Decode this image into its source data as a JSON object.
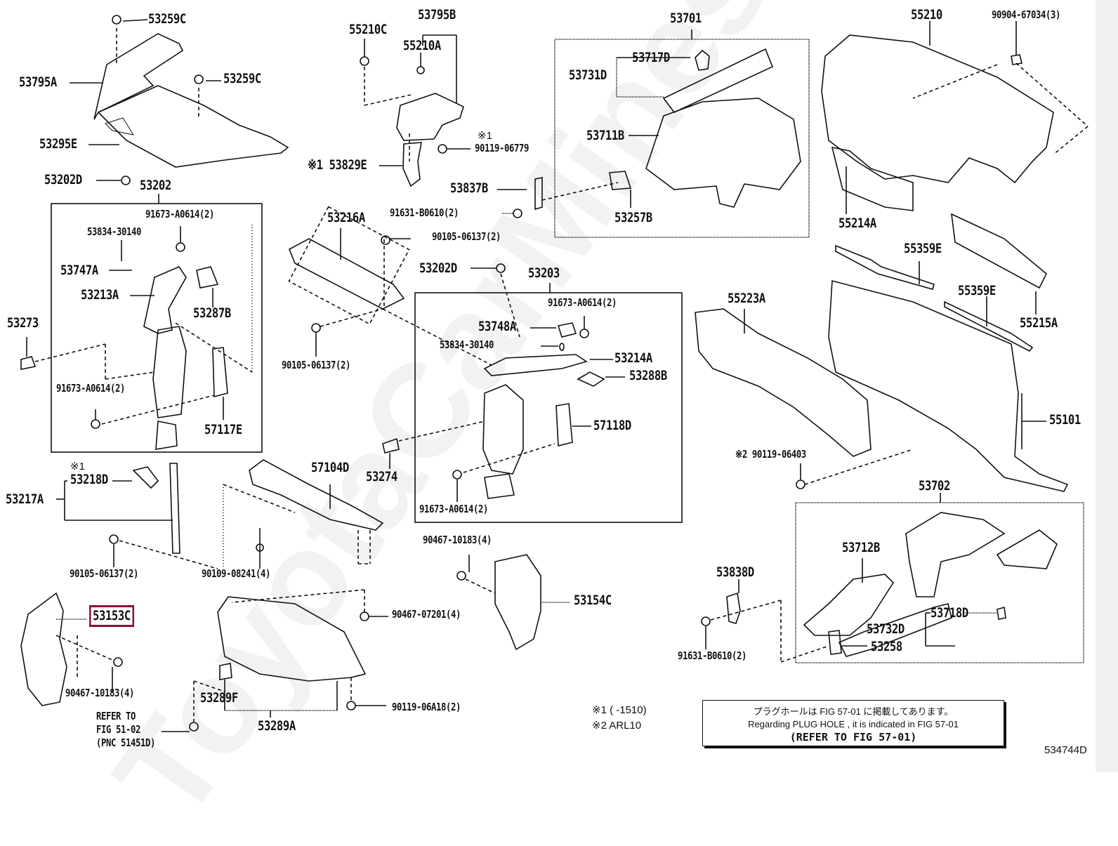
{
  "diagram": {
    "figure_id": "534744D",
    "watermark": "ToyotaCarMines",
    "highlighted_part": "53153C",
    "accent_color": "#8b0d3a",
    "labels": [
      {
        "id": "53259C-top",
        "text": "53259C"
      },
      {
        "id": "53795A",
        "text": "53795A"
      },
      {
        "id": "53259C-mid",
        "text": "53259C"
      },
      {
        "id": "53295E",
        "text": "53295E"
      },
      {
        "id": "53202D-left",
        "text": "53202D"
      },
      {
        "id": "53202",
        "text": "53202"
      },
      {
        "id": "91673-A0614-a",
        "text": "91673-A0614(2)"
      },
      {
        "id": "53834-30140-a",
        "text": "53834-30140"
      },
      {
        "id": "53747A",
        "text": "53747A"
      },
      {
        "id": "53213A",
        "text": "53213A"
      },
      {
        "id": "53287B",
        "text": "53287B"
      },
      {
        "id": "53273",
        "text": "53273"
      },
      {
        "id": "91673-A0614-b",
        "text": "91673-A0614(2)"
      },
      {
        "id": "57117E",
        "text": "57117E"
      },
      {
        "id": "note1-53218D",
        "text": "※1"
      },
      {
        "id": "53218D",
        "text": "53218D"
      },
      {
        "id": "53217A",
        "text": "53217A"
      },
      {
        "id": "90105-06137-a",
        "text": "90105-06137(2)"
      },
      {
        "id": "90109-08241",
        "text": "90109-08241(4)"
      },
      {
        "id": "53153C",
        "text": "53153C"
      },
      {
        "id": "90467-10183-a",
        "text": "90467-10183(4)"
      },
      {
        "id": "refer-to",
        "text": "REFER TO"
      },
      {
        "id": "fig-51-02",
        "text": "FIG 51-02"
      },
      {
        "id": "pnc-51451d",
        "text": "(PNC 51451D)"
      },
      {
        "id": "53289F",
        "text": "53289F"
      },
      {
        "id": "53289A",
        "text": "53289A"
      },
      {
        "id": "55210C",
        "text": "55210C"
      },
      {
        "id": "53795B",
        "text": "53795B"
      },
      {
        "id": "55210A",
        "text": "55210A"
      },
      {
        "id": "note1-90119",
        "text": "※1"
      },
      {
        "id": "90119-06779",
        "text": "90119-06779"
      },
      {
        "id": "53829E",
        "text": "※1 53829E"
      },
      {
        "id": "53837B",
        "text": "53837B"
      },
      {
        "id": "91631-B0610-a",
        "text": "91631-B0610(2)"
      },
      {
        "id": "53216A",
        "text": "53216A"
      },
      {
        "id": "90105-06137-b",
        "text": "90105-06137(2)"
      },
      {
        "id": "90105-06137-c",
        "text": "90105-06137(2)"
      },
      {
        "id": "53202D-mid",
        "text": "53202D"
      },
      {
        "id": "53203",
        "text": "53203"
      },
      {
        "id": "91673-A0614-c",
        "text": "91673-A0614(2)"
      },
      {
        "id": "53748A",
        "text": "53748A"
      },
      {
        "id": "53834-30140-b",
        "text": "53834-30140"
      },
      {
        "id": "53214A",
        "text": "53214A"
      },
      {
        "id": "53288B",
        "text": "53288B"
      },
      {
        "id": "57118D",
        "text": "57118D"
      },
      {
        "id": "53274",
        "text": "53274"
      },
      {
        "id": "91673-A0614-d",
        "text": "91673-A0614(2)"
      },
      {
        "id": "57104D",
        "text": "57104D"
      },
      {
        "id": "90467-10183-b",
        "text": "90467-10183(4)"
      },
      {
        "id": "90467-07201",
        "text": "90467-07201(4)"
      },
      {
        "id": "53154C",
        "text": "53154C"
      },
      {
        "id": "90119-06A18",
        "text": "90119-06A18(2)"
      },
      {
        "id": "53701",
        "text": "53701"
      },
      {
        "id": "53717D",
        "text": "53717D"
      },
      {
        "id": "53731D",
        "text": "53731D"
      },
      {
        "id": "53711B",
        "text": "53711B"
      },
      {
        "id": "53257B",
        "text": "53257B"
      },
      {
        "id": "55210",
        "text": "55210"
      },
      {
        "id": "90904-67034",
        "text": "90904-67034(3)"
      },
      {
        "id": "55214A",
        "text": "55214A"
      },
      {
        "id": "55359E-a",
        "text": "55359E"
      },
      {
        "id": "55359E-b",
        "text": "55359E"
      },
      {
        "id": "55215A",
        "text": "55215A"
      },
      {
        "id": "55223A",
        "text": "55223A"
      },
      {
        "id": "55101",
        "text": "55101"
      },
      {
        "id": "90119-06403",
        "text": "※2 90119-06403"
      },
      {
        "id": "53702",
        "text": "53702"
      },
      {
        "id": "53712B",
        "text": "53712B"
      },
      {
        "id": "53838D",
        "text": "53838D"
      },
      {
        "id": "53718D",
        "text": "53718D"
      },
      {
        "id": "53732D",
        "text": "53732D"
      },
      {
        "id": "53258",
        "text": "53258"
      },
      {
        "id": "91631-B0610-b",
        "text": "91631-B0610(2)"
      }
    ],
    "footnotes": {
      "note1": "※1 (      -1510)",
      "note2": "※2 ARL10"
    },
    "info_box": {
      "line_jp": "プラグホールは FIG 57-01 に掲載してあります。",
      "line_en": "Regarding  PLUG  HOLE , it is indicated in FIG  57-01",
      "line_ref": "(REFER TO FIG 57-01)"
    }
  }
}
